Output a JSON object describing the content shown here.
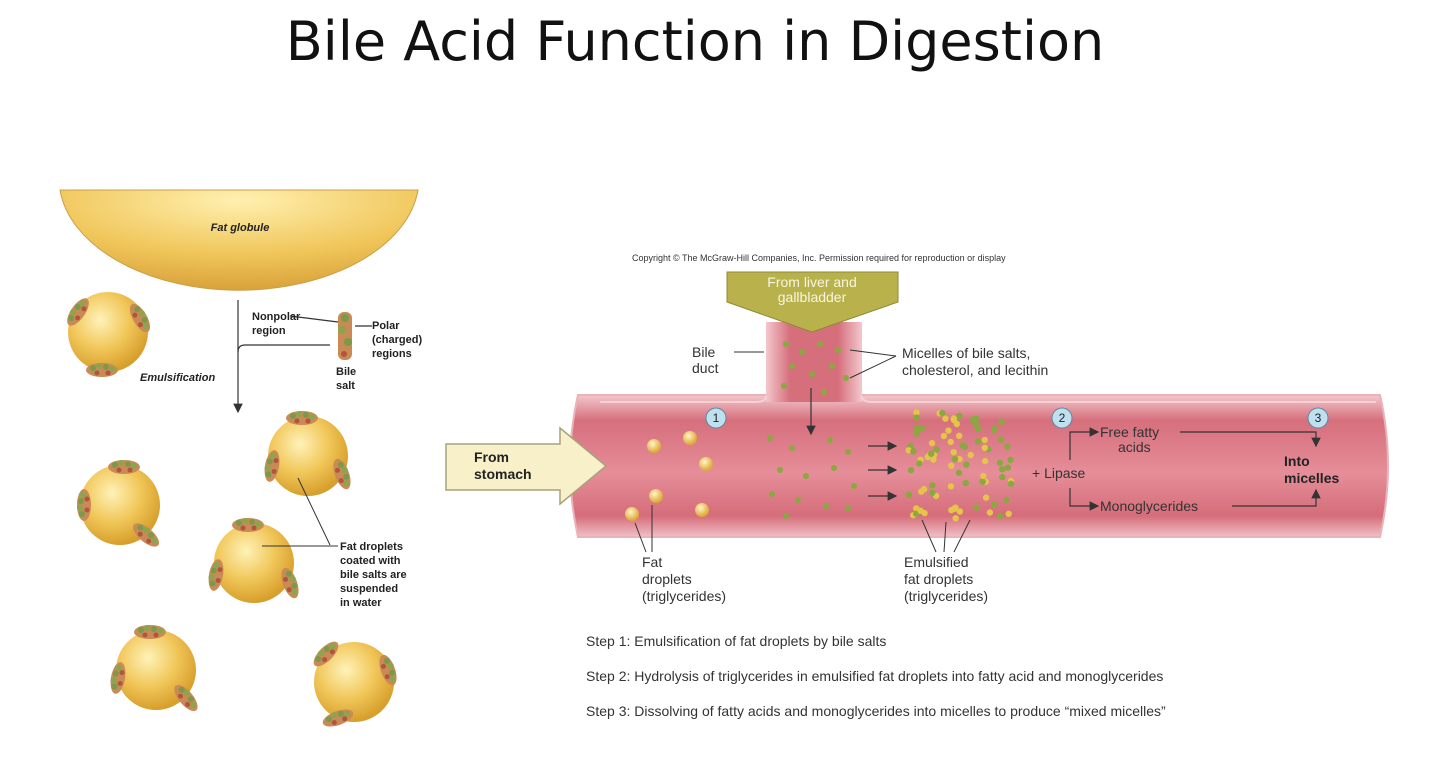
{
  "title": "Bile Acid Function in Digestion",
  "left_panel": {
    "fat_globule": "Fat globule",
    "nonpolar": [
      "Nonpolar",
      "region"
    ],
    "polar": [
      "Polar",
      "(charged)",
      "regions"
    ],
    "bile_salt": [
      "Bile",
      "salt"
    ],
    "emulsification": "Emulsification",
    "droplets_note": [
      "Fat droplets",
      "coated with",
      "bile salts are",
      "suspended",
      "in water"
    ]
  },
  "right_panel": {
    "copyright": "Copyright © The McGraw-Hill Companies, Inc. Permission required for reproduction or display",
    "from_liver": [
      "From liver and",
      "gallbladder"
    ],
    "bile_duct": [
      "Bile",
      "duct"
    ],
    "micelles": [
      "Micelles of bile salts,",
      "cholesterol, and lecithin"
    ],
    "from_stomach": [
      "From",
      "stomach"
    ],
    "step_numbers": [
      "1",
      "2",
      "3"
    ],
    "free_fatty": [
      "Free fatty",
      "acids"
    ],
    "lipase": "+ Lipase",
    "monoglycerides": "Monoglycerides",
    "into_micelles": [
      "Into",
      "micelles"
    ],
    "fat_droplets": [
      "Fat",
      "droplets",
      "(triglycerides)"
    ],
    "emulsified": [
      "Emulsified",
      "fat droplets",
      "(triglycerides)"
    ]
  },
  "steps": [
    "Step 1: Emulsification of fat droplets by bile salts",
    "Step 2: Hydrolysis of triglycerides in emulsified fat droplets into fatty acid and monoglycerides",
    "Step 3: Dissolving of fatty acids and monoglycerides into micelles to produce “mixed micelles”"
  ],
  "colors": {
    "fat": "#e8b640",
    "intestine": "#d9808a",
    "bile_arrow": "#b9b24a",
    "micelle": "#8aa840"
  }
}
